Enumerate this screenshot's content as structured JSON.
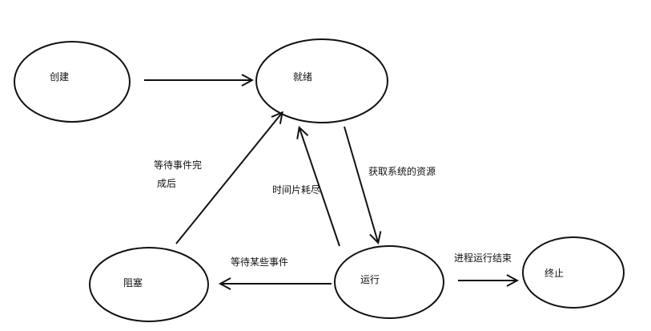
{
  "nodes": {
    "create": "创建",
    "ready": "就绪",
    "blocked": "阻塞",
    "running": "运行",
    "terminated": "终止"
  },
  "edges": {
    "wait_complete_line1": "等待事件完",
    "wait_complete_line2": "成后",
    "time_slice": "时间片耗尽",
    "get_resources": "获取系统的资源",
    "wait_event": "等待某些事件",
    "process_end": "进程运行结束"
  }
}
